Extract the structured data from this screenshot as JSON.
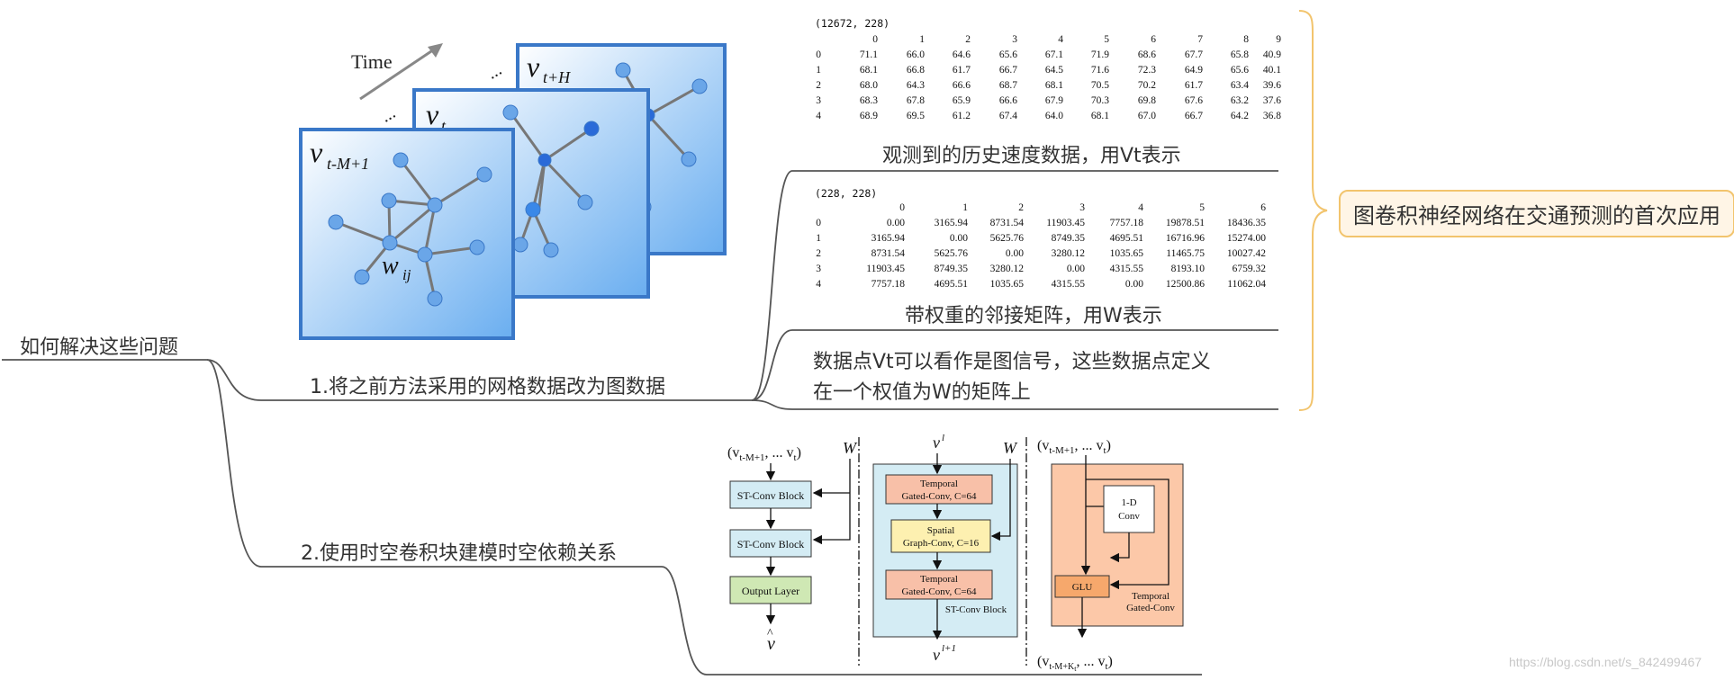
{
  "root": {
    "label": "如何解决这些问题"
  },
  "branches": [
    {
      "label": "1.将之前方法采用的网格数据改为图数据"
    },
    {
      "label": "2.使用时空卷积块建模时空依赖关系"
    }
  ],
  "graph_figure": {
    "time_label": "Time",
    "frame_front": "v",
    "frame_front_sub": "t-M+1",
    "frame_mid": "v",
    "frame_mid_sub": "t",
    "frame_back": "v",
    "frame_back_sub": "t+H",
    "edge_label": "w",
    "edge_label_sub": "ij",
    "ellipsis": "..."
  },
  "speed_table": {
    "shape": "(12672, 228)",
    "columns": [
      "0",
      "1",
      "2",
      "3",
      "4",
      "5",
      "6",
      "7",
      "8",
      "9"
    ],
    "rows": [
      {
        "idx": "0",
        "vals": [
          "71.1",
          "66.0",
          "64.6",
          "65.6",
          "67.1",
          "71.9",
          "68.6",
          "67.7",
          "65.8",
          "40.9"
        ]
      },
      {
        "idx": "1",
        "vals": [
          "68.1",
          "66.8",
          "61.7",
          "66.7",
          "64.5",
          "71.6",
          "72.3",
          "64.9",
          "65.6",
          "40.1"
        ]
      },
      {
        "idx": "2",
        "vals": [
          "68.0",
          "64.3",
          "66.6",
          "68.7",
          "68.1",
          "70.5",
          "70.2",
          "61.7",
          "63.4",
          "39.6"
        ]
      },
      {
        "idx": "3",
        "vals": [
          "68.3",
          "67.8",
          "65.9",
          "66.6",
          "67.9",
          "70.3",
          "69.8",
          "67.6",
          "63.2",
          "37.6"
        ]
      },
      {
        "idx": "4",
        "vals": [
          "68.9",
          "69.5",
          "61.2",
          "67.4",
          "64.0",
          "68.1",
          "67.0",
          "66.7",
          "64.2",
          "36.8"
        ]
      }
    ],
    "caption": "观测到的历史速度数据，用Vt表示"
  },
  "weight_table": {
    "shape": "(228, 228)",
    "columns": [
      "0",
      "1",
      "2",
      "3",
      "4",
      "5",
      "6"
    ],
    "rows": [
      {
        "idx": "0",
        "vals": [
          "0.00",
          "3165.94",
          "8731.54",
          "11903.45",
          "7757.18",
          "19878.51",
          "18436.35"
        ]
      },
      {
        "idx": "1",
        "vals": [
          "3165.94",
          "0.00",
          "5625.76",
          "8749.35",
          "4695.51",
          "16716.96",
          "15274.00"
        ]
      },
      {
        "idx": "2",
        "vals": [
          "8731.54",
          "5625.76",
          "0.00",
          "3280.12",
          "1035.65",
          "11465.75",
          "10027.42"
        ]
      },
      {
        "idx": "3",
        "vals": [
          "11903.45",
          "8749.35",
          "3280.12",
          "0.00",
          "4315.55",
          "8193.10",
          "6759.32"
        ]
      },
      {
        "idx": "4",
        "vals": [
          "7757.18",
          "4695.51",
          "1035.65",
          "4315.55",
          "0.00",
          "12500.86",
          "11062.04"
        ]
      }
    ],
    "caption": "带权重的邻接矩阵，用W表示"
  },
  "note": {
    "line1": "数据点Vt可以看作是图信号，这些数据点定义",
    "line2": "在一个权值为W的矩阵上"
  },
  "summary": {
    "label": "图卷积神经网络在交通预测的首次应用"
  },
  "stgcn_figure": {
    "input": "(v",
    "input_sub1": "t-M+1",
    "input_mid": ", ... v",
    "input_sub2": "t",
    "input_close": ")",
    "w": "W",
    "block1": "ST-Conv Block",
    "block2": "ST-Conv Block",
    "output_layer": "Output Layer",
    "v_hat": "v",
    "vl": "v",
    "vl_sup": "l",
    "vl1_sup": "l+1",
    "temporal1_a": "Temporal",
    "temporal1_b": "Gated-Conv, C=64",
    "spatial_a": "Spatial",
    "spatial_b": "Graph-Conv, C=16",
    "temporal2_a": "Temporal",
    "temporal2_b": "Gated-Conv, C=64",
    "stconv_label": "ST-Conv Block",
    "r_in": "(v",
    "r_in_sub": "t-M+1",
    "r_in_mid": ", ... v",
    "r_in_sub2": "t",
    "r_out_sub": "t-M+K",
    "r_out_subsub": "t",
    "conv1d_a": "1-D",
    "conv1d_b": "Conv",
    "glu": "GLU",
    "tg_a": "Temporal",
    "tg_b": "Gated-Conv"
  },
  "watermark": "https://blog.csdn.net/s_842499467",
  "colors": {
    "summary_border": "#f2c46d",
    "summary_bg": "#fff5e6",
    "bracket": "#f2c46d",
    "line": "#555555",
    "frame_border": "#3a78c8",
    "node": "#6aa6e8"
  }
}
